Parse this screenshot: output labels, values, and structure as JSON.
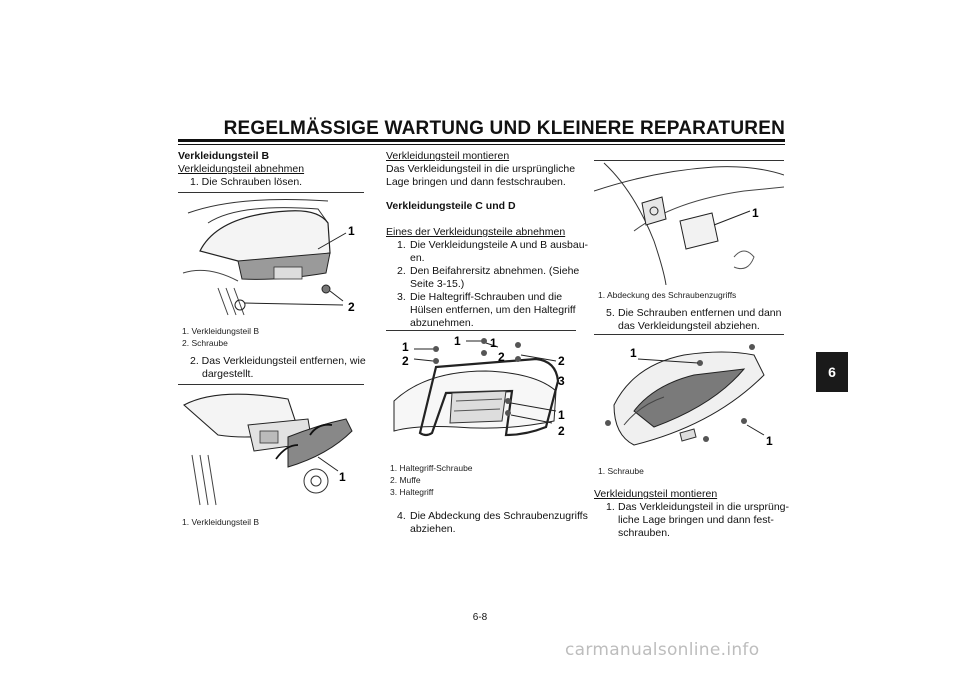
{
  "header": {
    "title": "REGELMÄSSIGE WARTUNG UND KLEINERE REPARATUREN",
    "chapter": "6"
  },
  "col1": {
    "heading": "Verkleidungsteil B",
    "subheading": "Verkleidungsteil abnehmen",
    "step1": "1. Die Schrauben lösen.",
    "fig1": {
      "callouts": [
        "1",
        "2"
      ],
      "captions": [
        "1. Verkleidungsteil B",
        "2. Schraube"
      ]
    },
    "step2_line1": "2. Das Verkleidungsteil entfernen, wie",
    "step2_line2": "dargestellt.",
    "fig2": {
      "callouts": [
        "1"
      ],
      "captions": [
        "1. Verkleidungsteil B"
      ]
    }
  },
  "col2": {
    "subheading": "Verkleidungsteil montieren",
    "para_lines": [
      "Das Verkleidungsteil in die ursprüngliche",
      "Lage bringen und dann festschrauben."
    ],
    "heading": "Verkleidungsteile C und D",
    "subheading2": "Eines der Verkleidungsteile abnehmen",
    "steps": [
      {
        "n": "1.",
        "lines": [
          "Die Verkleidungsteile A und B ausbau-",
          "en."
        ]
      },
      {
        "n": "2.",
        "lines": [
          "Den Beifahrersitz abnehmen. (Siehe",
          "Seite 3-15.)"
        ]
      },
      {
        "n": "3.",
        "lines": [
          "Die Haltegriff-Schrauben und die",
          "Hülsen entfernen, um den Haltegriff",
          "abzunehmen."
        ]
      }
    ],
    "fig3": {
      "callouts": [
        "1",
        "2",
        "1",
        "1",
        "2",
        "2",
        "3",
        "1",
        "2"
      ],
      "captions": [
        "1. Haltegriff-Schraube",
        "2. Muffe",
        "3. Haltegriff"
      ]
    },
    "step4": {
      "n": "4.",
      "lines": [
        "Die Abdeckung des Schraubenzugriffs",
        "abziehen."
      ]
    }
  },
  "col3": {
    "fig4": {
      "callouts": [
        "1"
      ],
      "captions": [
        "1. Abdeckung des Schraubenzugriffs"
      ]
    },
    "step5": {
      "n": "5.",
      "lines": [
        "Die Schrauben entfernen und dann",
        "das Verkleidungsteil abziehen."
      ]
    },
    "fig5": {
      "callouts": [
        "1",
        "1"
      ],
      "captions": [
        "1. Schraube"
      ]
    },
    "subheading": "Verkleidungsteil montieren",
    "step1": {
      "n": "1.",
      "lines": [
        "Das Verkleidungsteil in die ursprüng-",
        "liche Lage bringen und dann fest-",
        "schrauben."
      ]
    }
  },
  "footer": {
    "page": "6-8"
  },
  "watermark": "carmanualsonline.info"
}
